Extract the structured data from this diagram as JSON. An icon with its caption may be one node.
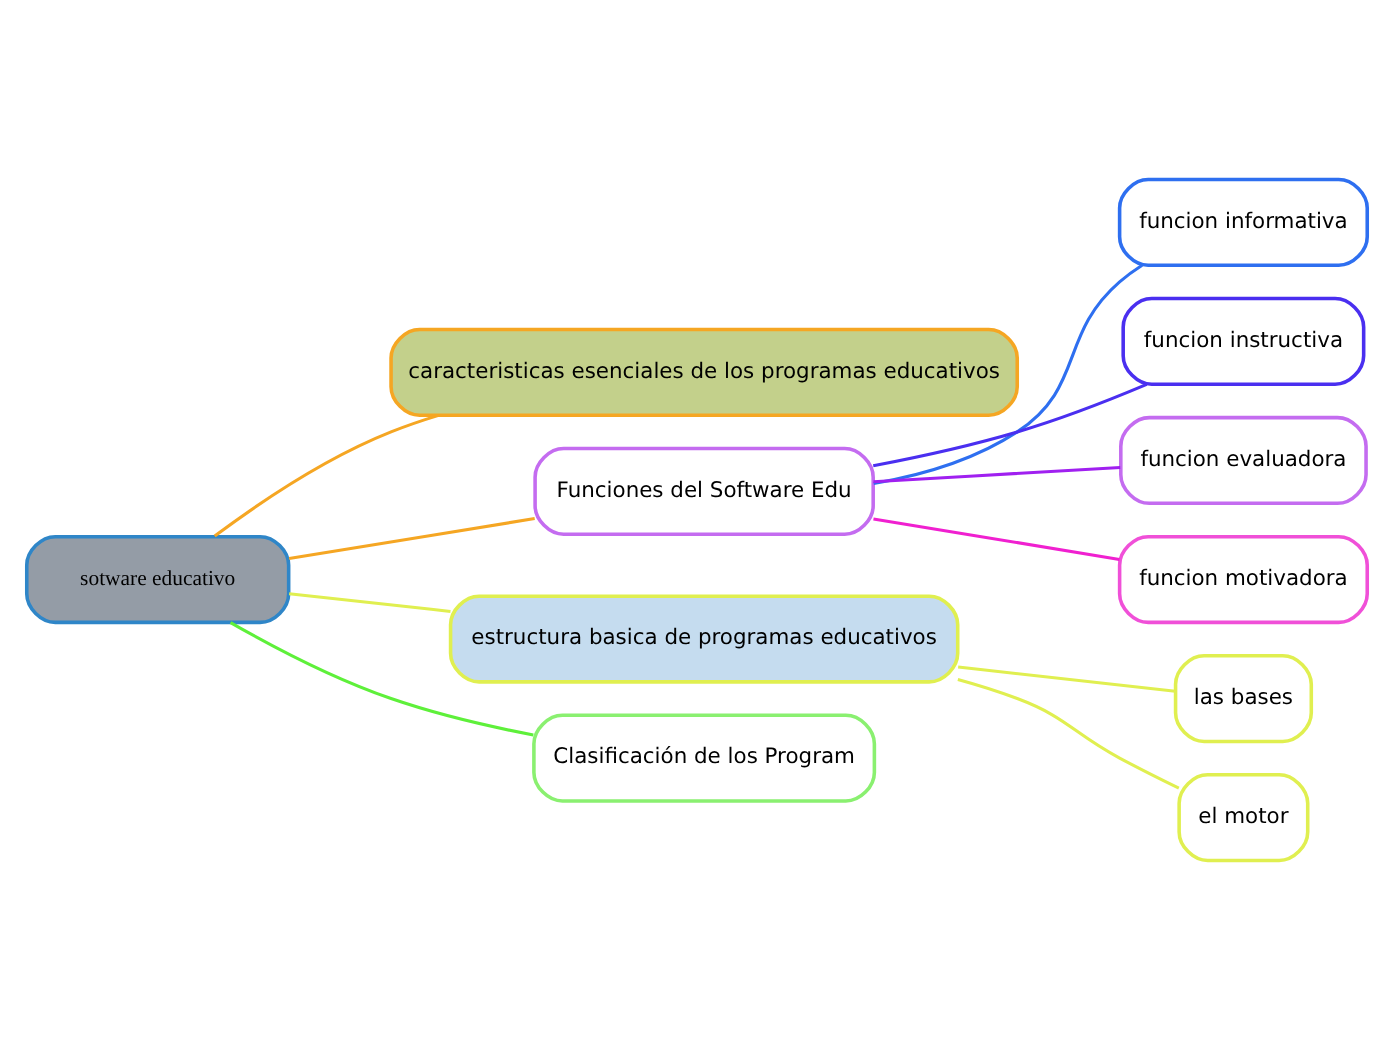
{
  "diagram": {
    "nodes": [
      {
        "text": [
          "sotware educativo"
        ]
      },
      {
        "text": [
          "caracteristicas esenciales de los programas educativos"
        ]
      },
      {
        "text": [
          "funcion informativa"
        ]
      },
      {
        "text": [
          "Funciones del Software Edu"
        ]
      },
      {
        "text": [
          "funcion instructiva"
        ]
      },
      {
        "text": [
          "estructura basica de programas educativos"
        ]
      },
      {
        "text": [
          "las bases"
        ]
      },
      {
        "text": [
          "el motor"
        ]
      },
      {
        "text": [
          "funcion evaluadora"
        ]
      },
      {
        "text": [
          "funcion motivadora"
        ]
      },
      {
        "text": [
          "Clasificación de los Program"
        ]
      }
    ],
    "edges": [
      {
        "from": 0,
        "to": 1,
        "arrow": "none",
        "color": "#f5a623"
      },
      {
        "from": 0,
        "to": 3,
        "arrow": "none",
        "color": "#f5a623"
      },
      {
        "from": 0,
        "to": 5,
        "arrow": "none",
        "color": "#e0ef50"
      },
      {
        "from": 0,
        "to": 10,
        "arrow": "none",
        "color": "#5ef03a"
      },
      {
        "from": 3,
        "to": 2,
        "arrow": "none",
        "color": "#2e6ff0"
      },
      {
        "from": 3,
        "to": 4,
        "arrow": "none",
        "color": "#4a2ff0"
      },
      {
        "from": 3,
        "to": 8,
        "arrow": "none",
        "color": "#a020f0"
      },
      {
        "from": 3,
        "to": 9,
        "arrow": "none",
        "color": "#f020d0"
      },
      {
        "from": 5,
        "to": 6,
        "arrow": "none",
        "color": "#e0ef50"
      },
      {
        "from": 5,
        "to": 7,
        "arrow": "none",
        "color": "#e0ef50"
      }
    ]
  }
}
